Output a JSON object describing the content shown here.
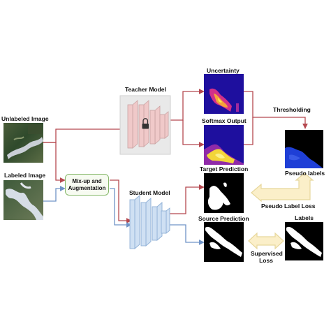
{
  "labels": {
    "unlabeled_image": "Unlabeled Image",
    "labeled_image": "Labeled Image",
    "mixup_line1": "Mix-up and",
    "mixup_line2": "Augmentation",
    "teacher_model": "Teacher Model",
    "student_model": "Student Model",
    "uncertainty": "Uncertainty",
    "softmax_output": "Softmax Output",
    "thresholding": "Thresholding",
    "pseudo_labels": "Pseudo labels",
    "target_prediction": "Target Prediction",
    "pseudo_label_loss": "Pseudo Label Loss",
    "source_prediction": "Source Prediction",
    "labels": "Labels",
    "supervised_loss_line1": "Supervised",
    "supervised_loss_line2": "Loss"
  },
  "colors": {
    "unlabeled_path": "#b5484f",
    "labeled_path": "#6f93c7",
    "teacher_fill": "#f0c9c9",
    "teacher_box_bg": "#e9e9e9",
    "student_fill": "#cfe0f3",
    "mixup_border": "#86b86a",
    "loss_arrow_fill": "#fbefc9",
    "loss_arrow_stroke": "#e7d79c",
    "heatmap_bg": "#1e0f9e",
    "pseudo_label_blue": "#1f3fd6"
  },
  "icons": {
    "teacher_lock": "lock-icon"
  }
}
